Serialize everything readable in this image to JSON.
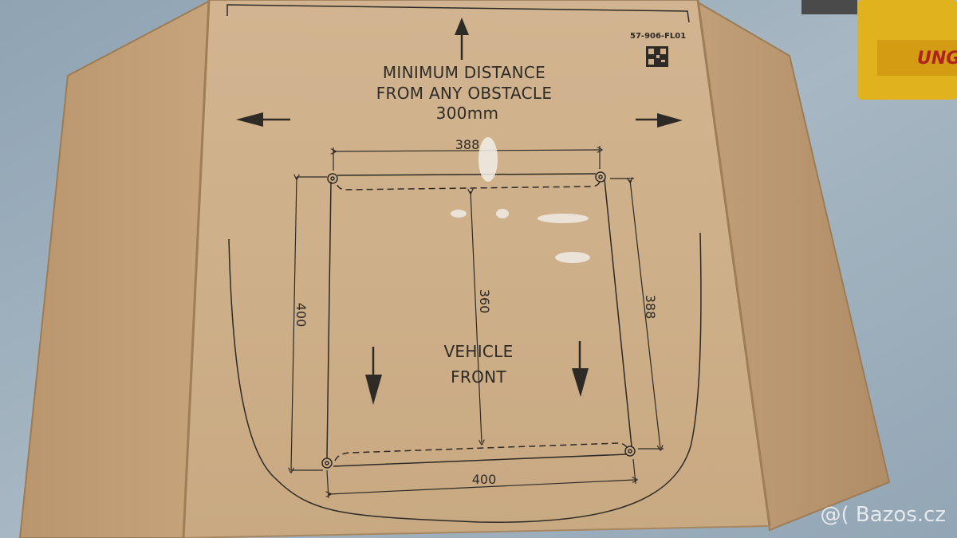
{
  "box_print": {
    "code": "57-906-FL01",
    "clearance_line1": "MINIMUM DISTANCE",
    "clearance_line2": "FROM ANY OBSTACLE",
    "clearance_value": "300mm",
    "vehicle_line1": "VEHICLE",
    "vehicle_line2": "FRONT",
    "dim_top": "388",
    "dim_left": "400",
    "dim_center": "360",
    "dim_right": "388",
    "dim_bottom": "400"
  },
  "forklift_text": "UNG",
  "watermark": "@( Bazos.cz",
  "colors": {
    "floor": "#9fb0bd",
    "cardboard": "#c9a982",
    "print": "#2e2a25",
    "forklift": "#e0b21e"
  },
  "icons": [
    "arrow-up-icon",
    "arrow-left-icon",
    "arrow-right-icon",
    "arrow-down-icon",
    "qr-code-icon"
  ]
}
